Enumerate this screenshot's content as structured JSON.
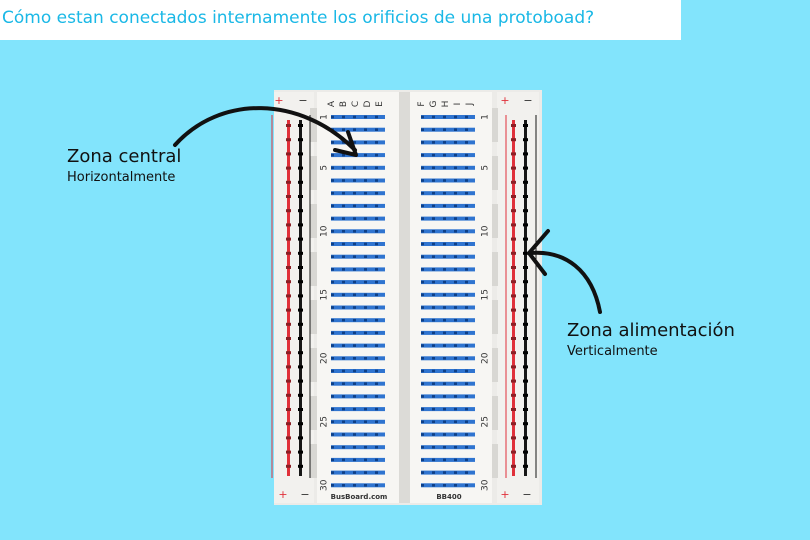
{
  "title": "Cómo estan conectados internamente los orificios de una protoboad?",
  "labels": {
    "central": {
      "title": "Zona central",
      "subtitle": "Horizontalmente"
    },
    "power": {
      "title": "Zona alimentación",
      "subtitle": "Verticalmente"
    }
  },
  "board": {
    "columns_left": [
      "A",
      "B",
      "C",
      "D",
      "E"
    ],
    "columns_right": [
      "F",
      "G",
      "H",
      "I",
      "J"
    ],
    "row_numbers": [
      "1",
      "5",
      "10",
      "15",
      "20",
      "25",
      "30"
    ],
    "rails_top": [
      "+",
      "−"
    ],
    "rails_bottom": [
      "+",
      "−"
    ],
    "brand": "BusBoard.com",
    "model": "BB400"
  },
  "colors": {
    "background": "#82e4fc",
    "accent": "#1ab8e6",
    "row_strip": "#2f74d0",
    "rail_positive": "#e0303a",
    "rail_negative": "#161616"
  }
}
